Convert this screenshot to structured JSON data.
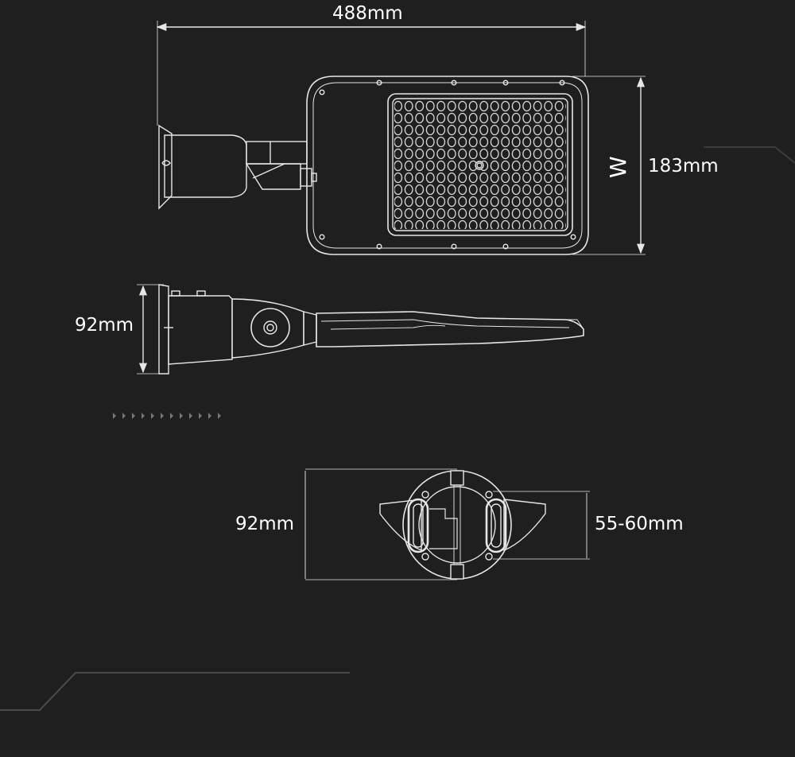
{
  "top_view": {
    "width_label": "488mm",
    "height_label": "183mm",
    "w_mark": "W"
  },
  "side_view": {
    "height_label": "92mm"
  },
  "end_view": {
    "height_label": "92mm",
    "pole_label": "55-60mm"
  },
  "colors": {
    "background": "#1f1f20",
    "line": "#e6e6e6",
    "text": "#ffffff",
    "accent_glow": "#5a5a5a"
  }
}
